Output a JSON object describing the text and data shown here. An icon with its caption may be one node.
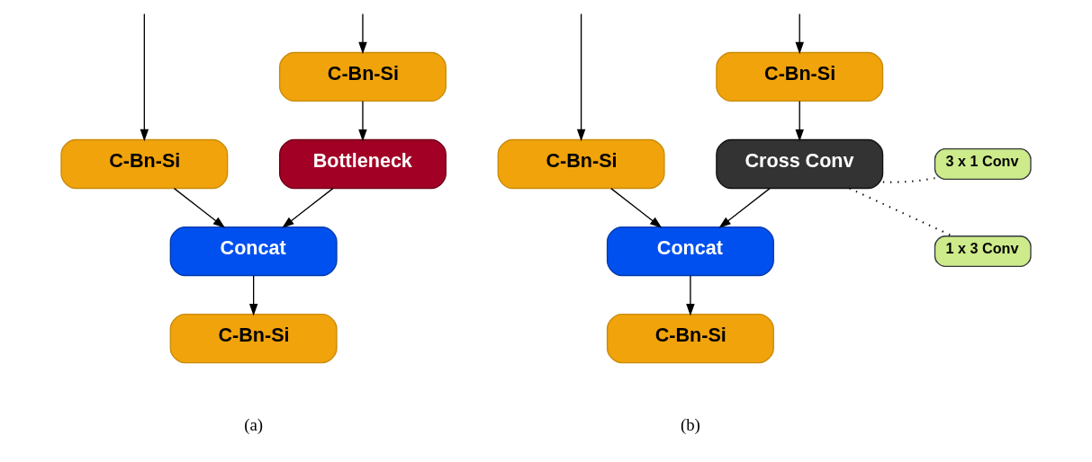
{
  "diagram": {
    "nodes": [
      {
        "text": [
          "C-Bn-Si"
        ]
      },
      {
        "text": [
          "C-Bn-Si"
        ]
      },
      {
        "text": [
          "Bottleneck"
        ]
      },
      {
        "text": [
          "Concat"
        ]
      },
      {
        "text": [
          "C-Bn-Si"
        ]
      },
      {
        "text": [
          "C-Bn-Si"
        ]
      },
      {
        "text": [
          "C-Bn-Si"
        ]
      },
      {
        "text": [
          "Cross Conv"
        ]
      },
      {
        "text": [
          "3 x 1 Conv"
        ]
      },
      {
        "text": [
          "1 x 3 Conv"
        ]
      },
      {
        "text": [
          "Concat"
        ]
      },
      {
        "text": [
          "C-Bn-Si"
        ]
      }
    ],
    "edges": [
      {
        "from": null,
        "to": 0,
        "arrow": "to"
      },
      {
        "from": null,
        "to": 1,
        "arrow": "to"
      },
      {
        "from": 0,
        "to": 2,
        "arrow": "to"
      },
      {
        "from": 2,
        "to": 3,
        "arrow": "to"
      },
      {
        "from": 1,
        "to": 3,
        "arrow": "to"
      },
      {
        "from": 3,
        "to": 4,
        "arrow": "to"
      },
      {
        "from": null,
        "to": 5,
        "arrow": "to"
      },
      {
        "from": null,
        "to": 6,
        "arrow": "to"
      },
      {
        "from": 5,
        "to": 7,
        "arrow": "to"
      },
      {
        "from": 7,
        "to": 8,
        "arrow": "none",
        "style": "dashed"
      },
      {
        "from": 7,
        "to": 9,
        "arrow": "none",
        "style": "dashed"
      },
      {
        "from": 7,
        "to": 10,
        "arrow": "to"
      },
      {
        "from": 6,
        "to": 10,
        "arrow": "to"
      },
      {
        "from": 10,
        "to": 11,
        "arrow": "to"
      }
    ],
    "labels": [
      "(a)",
      "(b)"
    ]
  }
}
